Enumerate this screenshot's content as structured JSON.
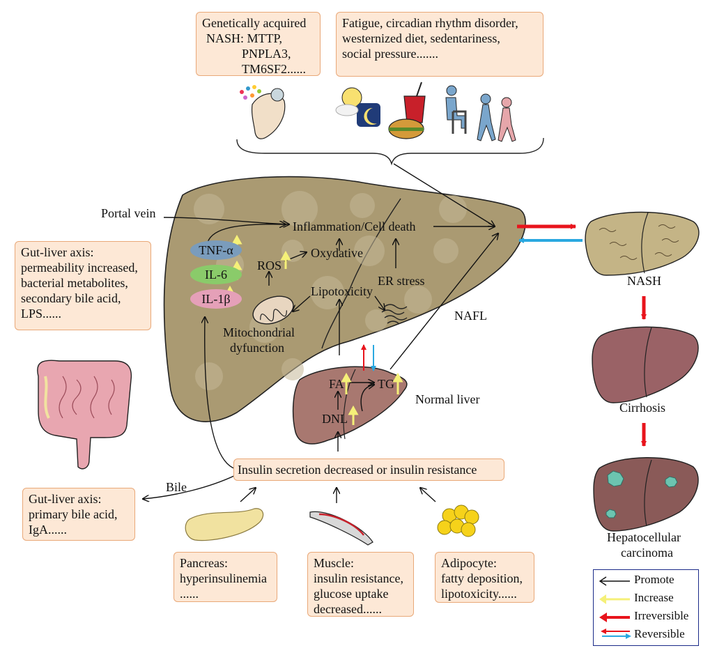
{
  "boxes": {
    "genetic": {
      "lines": [
        "Genetically acquired",
        "NASH: MTTP,",
        "PNPLA3,",
        "TM6SF2......"
      ]
    },
    "lifestyle": {
      "lines": [
        "Fatigue, circadian rhythm disorder,",
        "westernized diet, sedentariness,",
        "social pressure......."
      ]
    },
    "gut_upper": {
      "lines": [
        "Gut-liver axis:",
        "permeability increased,",
        "bacterial metabolites,",
        "secondary bile acid,",
        "LPS......"
      ]
    },
    "gut_lower": {
      "lines": [
        "Gut-liver axis:",
        "primary bile acid,",
        "IgA......"
      ]
    },
    "insulin": {
      "text": "Insulin secretion decreased or insulin resistance"
    },
    "pancreas": {
      "lines": [
        "Pancreas:",
        "hyperinsulinemia",
        "......"
      ]
    },
    "muscle": {
      "lines": [
        "Muscle:",
        "insulin resistance,",
        "glucose uptake",
        "decreased......"
      ]
    },
    "adipocyte": {
      "lines": [
        "Adipocyte:",
        "fatty deposition,",
        "lipotoxicity......"
      ]
    }
  },
  "labels": {
    "portal_vein": "Portal vein",
    "inflammation": "Inflammation/Cell death",
    "oxydative": "Oxydative",
    "ros": "ROS",
    "lipotoxicity": "Lipotoxicity",
    "er_stress": "ER stress",
    "mito_1": "Mitochondrial",
    "mito_2": "dyfunction",
    "nafl": "NAFL",
    "normal_liver": "Normal liver",
    "fa": "FA",
    "tg": "TG",
    "dnl": "DNL",
    "bile": "Bile",
    "nash": "NASH",
    "cirrhosis": "Cirrhosis",
    "hcc_1": "Hepatocellular",
    "hcc_2": "carcinoma"
  },
  "cytokines": {
    "tnf": "TNF-α",
    "il6": "IL-6",
    "il1b": "IL-1β"
  },
  "legend": {
    "promote": "Promote",
    "increase": "Increase",
    "irreversible": "Irreversible",
    "reversible": "Reversible"
  },
  "colors": {
    "box_fill": "#fde8d6",
    "box_border": "#e9a878",
    "nafl_liver": "#aa9a72",
    "normal_liver": "#a87870",
    "irreversible": "#e8141c",
    "reversible": "#2aa8e0",
    "increase": "#f5f078",
    "legend_border": "#1a2a88"
  }
}
